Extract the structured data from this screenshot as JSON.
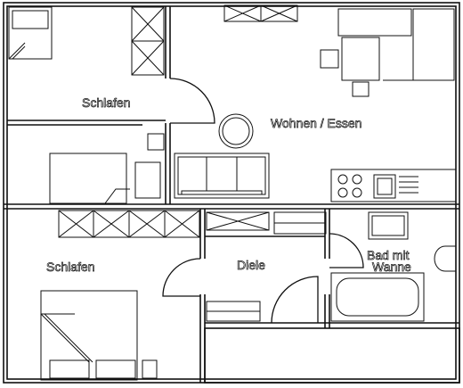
{
  "rooms": {
    "schlafen_top": "Schlafen",
    "wohnen": "Wohnen / Essen",
    "schlafen_bottom": "Schlafen",
    "diele": "Diele",
    "bad_line1": "Bad mit",
    "bad_line2": "Wanne"
  },
  "icons": {
    "window": "window-cross-icon",
    "door": "door-swing-icon",
    "bed": "bed-icon",
    "sofa": "sofa-icon",
    "stove": "stove-icon",
    "sink": "sink-icon",
    "bathtub": "bathtub-icon",
    "toilet": "toilet-icon",
    "table": "round-table-icon",
    "chair": "chair-icon"
  },
  "colors": {
    "line": "#111111",
    "background": "#ffffff"
  }
}
